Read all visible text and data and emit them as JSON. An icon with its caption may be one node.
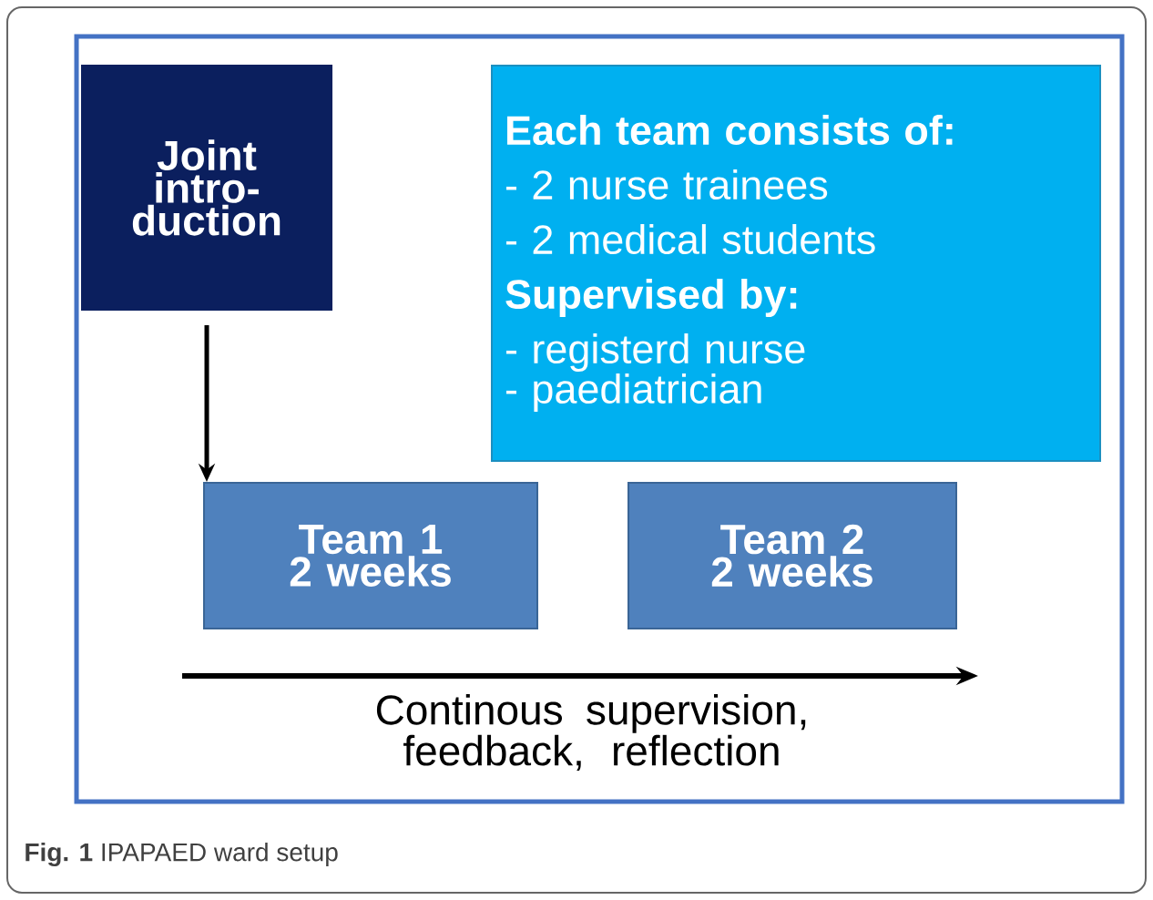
{
  "diagram": {
    "caption": "**Fig. 1** IPAPAED ward setup",
    "nodes": [
      {
        "text": [
          "Joint intro- duction"
        ]
      },
      {
        "text": [
          "**Each team consists of:**",
          "- 2 nurse trainees",
          "- 2 medical students",
          "**Supervised by:**",
          "- registerd nurse",
          "- paediatrician"
        ]
      },
      {
        "text": [
          "Team 1 2 weeks"
        ]
      },
      {
        "text": [
          "Team 2 2 weeks"
        ]
      }
    ],
    "edges": [
      {
        "from": 0,
        "to": 2,
        "arrow": "to"
      }
    ],
    "labels": [
      "Continous supervision, feedback, reflection"
    ]
  }
}
